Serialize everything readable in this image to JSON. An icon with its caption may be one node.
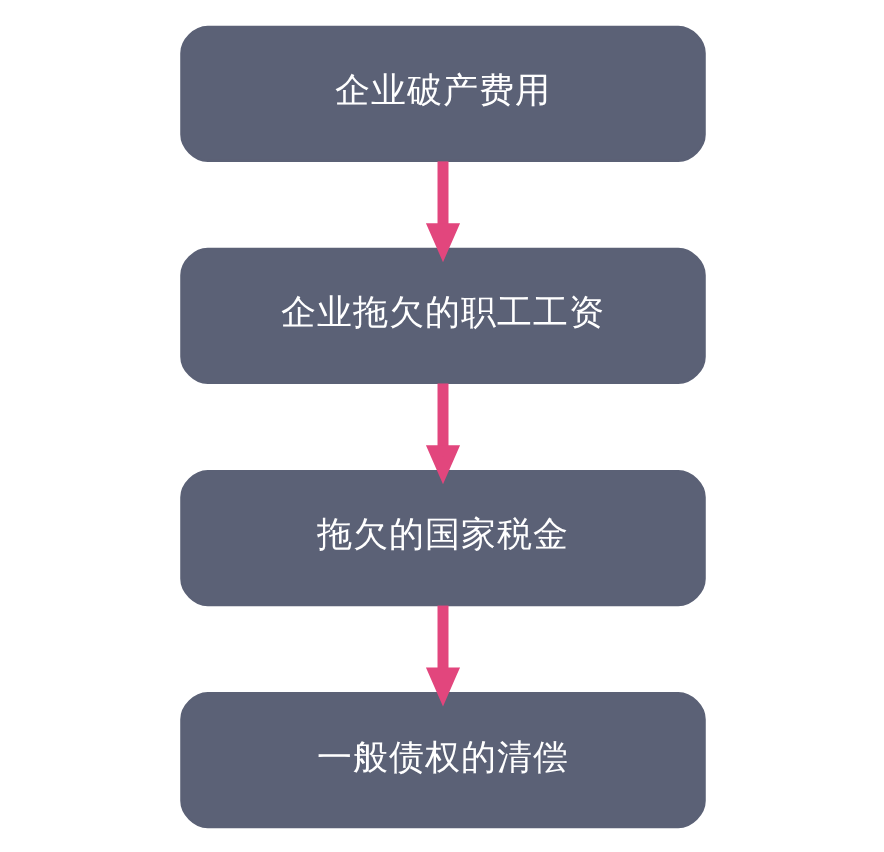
{
  "diagram": {
    "nodes": [
      {
        "text": [
          "企业破产费用"
        ]
      },
      {
        "text": [
          "企业拖欠的职工工资"
        ]
      },
      {
        "text": [
          "拖欠的国家税金"
        ]
      },
      {
        "text": [
          "一般债权的清偿"
        ]
      }
    ],
    "edges": [
      {
        "from": 0,
        "to": 1,
        "arrow": "to"
      },
      {
        "from": 1,
        "to": 2,
        "arrow": "to"
      },
      {
        "from": 2,
        "to": 3,
        "arrow": "to"
      }
    ]
  }
}
